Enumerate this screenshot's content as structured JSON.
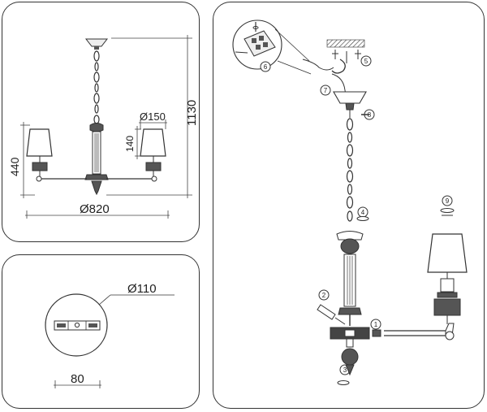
{
  "overview": {
    "height_total": "1130",
    "height_arms": "440",
    "shade_diameter": "Ø150",
    "shade_height": "140",
    "width": "Ø820"
  },
  "canopy_detail": {
    "diameter": "Ø110",
    "mount_width": "80"
  },
  "assembly_steps": [
    "1",
    "2",
    "3",
    "4",
    "5",
    "6",
    "7",
    "8",
    "9"
  ],
  "colors": {
    "line": "#333333",
    "fill_dark": "#555555",
    "fill_light": "#dddddd",
    "background": "#ffffff"
  }
}
